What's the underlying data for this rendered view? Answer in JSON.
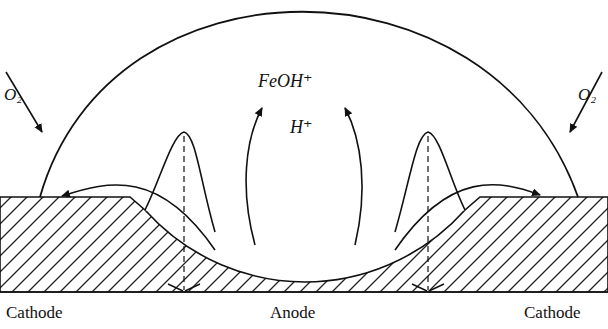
{
  "diagram": {
    "labels": [
      "O₂",
      "FeOH⁺",
      "H⁺",
      "Cathode",
      "Anode",
      "Cathode",
      "O₂"
    ]
  }
}
